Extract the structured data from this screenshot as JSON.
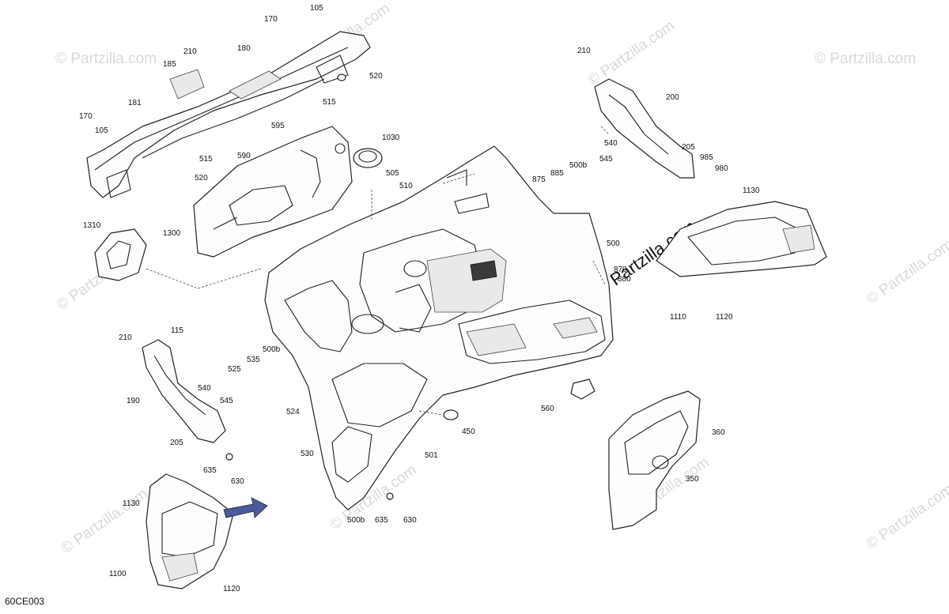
{
  "diagram_code": "60CE003",
  "watermark": "© Partzilla.com",
  "callouts": [
    {
      "label": "105"
    },
    {
      "label": "170"
    },
    {
      "label": "210"
    },
    {
      "label": "180"
    },
    {
      "label": "185"
    },
    {
      "label": "520"
    },
    {
      "label": "515"
    },
    {
      "label": "181"
    },
    {
      "label": "170"
    },
    {
      "label": "105"
    },
    {
      "label": "595"
    },
    {
      "label": "1030"
    },
    {
      "label": "590"
    },
    {
      "label": "515"
    },
    {
      "label": "520"
    },
    {
      "label": "505"
    },
    {
      "label": "510"
    },
    {
      "label": "1310"
    },
    {
      "label": "1300"
    },
    {
      "label": "210"
    },
    {
      "label": "200"
    },
    {
      "label": "540"
    },
    {
      "label": "545"
    },
    {
      "label": "205"
    },
    {
      "label": "985"
    },
    {
      "label": "980"
    },
    {
      "label": "875"
    },
    {
      "label": "885"
    },
    {
      "label": "500b"
    },
    {
      "label": "1130"
    },
    {
      "label": "500"
    },
    {
      "label": "870"
    },
    {
      "label": "880"
    },
    {
      "label": "1110"
    },
    {
      "label": "1120"
    },
    {
      "label": "210"
    },
    {
      "label": "115"
    },
    {
      "label": "500b"
    },
    {
      "label": "535"
    },
    {
      "label": "525"
    },
    {
      "label": "190"
    },
    {
      "label": "540"
    },
    {
      "label": "545"
    },
    {
      "label": "524"
    },
    {
      "label": "560"
    },
    {
      "label": "450"
    },
    {
      "label": "205"
    },
    {
      "label": "635"
    },
    {
      "label": "630"
    },
    {
      "label": "530"
    },
    {
      "label": "501"
    },
    {
      "label": "360"
    },
    {
      "label": "350"
    },
    {
      "label": "1130"
    },
    {
      "label": "500b"
    },
    {
      "label": "635"
    },
    {
      "label": "630"
    },
    {
      "label": "1100"
    },
    {
      "label": "1120"
    }
  ]
}
